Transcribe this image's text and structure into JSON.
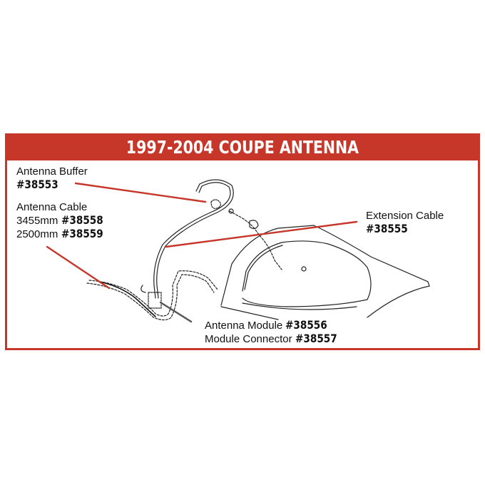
{
  "header": {
    "title": "1997-2004 COUPE ANTENNA"
  },
  "colors": {
    "accent": "#c6372a",
    "leader_red": "#c6372a",
    "leader_gray": "#555555",
    "ink": "#111111"
  },
  "callouts": {
    "antenna_buffer": {
      "name": "Antenna Buffer",
      "part": "#38553"
    },
    "antenna_cable": {
      "name": "Antenna Cable",
      "options": [
        {
          "length": "3455mm",
          "part": "#38558"
        },
        {
          "length": "2500mm",
          "part": "#38559"
        }
      ]
    },
    "extension_cable": {
      "name": "Extension Cable",
      "part": "#38555"
    },
    "antenna_module": {
      "name": "Antenna Module",
      "part": "#38556"
    },
    "module_connector": {
      "name": "Module Connector",
      "part": "#38557"
    }
  }
}
